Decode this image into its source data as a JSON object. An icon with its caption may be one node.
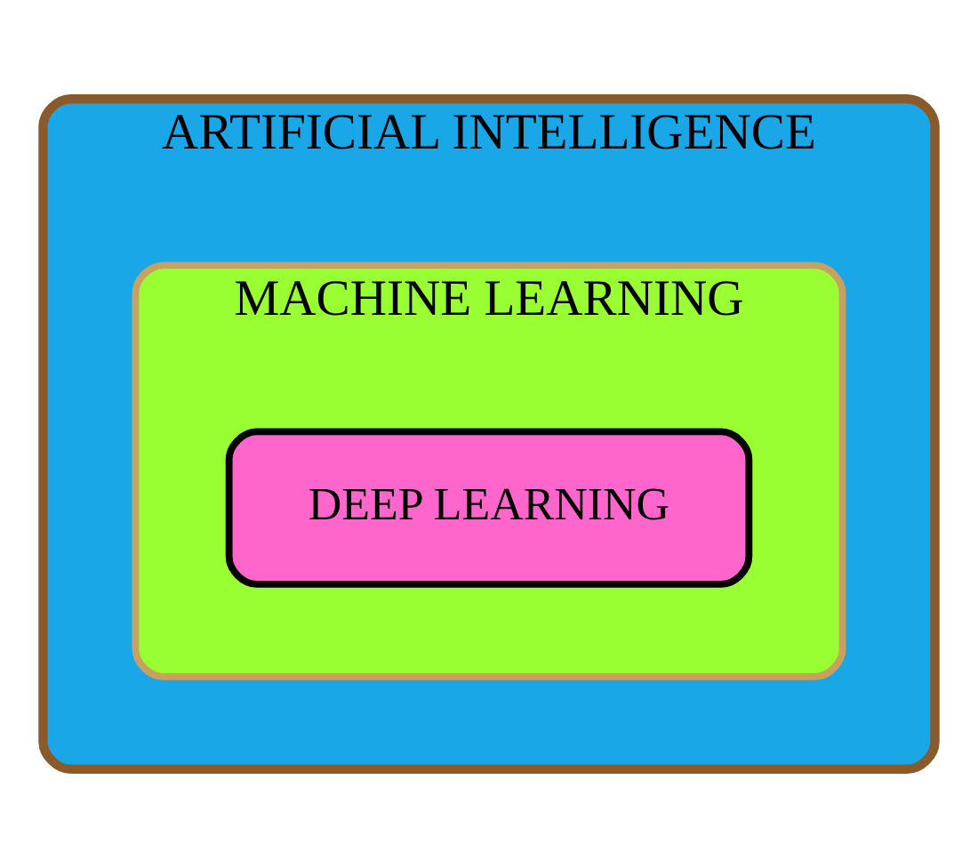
{
  "diagram": {
    "nodes": [
      {
        "text": [
          "ARTIFICIAL INTELLIGENCE"
        ]
      },
      {
        "text": [
          "MACHINE LEARNING"
        ],
        "in": 0
      },
      {
        "text": [
          "DEEP LEARNING"
        ],
        "in": 1
      }
    ]
  }
}
